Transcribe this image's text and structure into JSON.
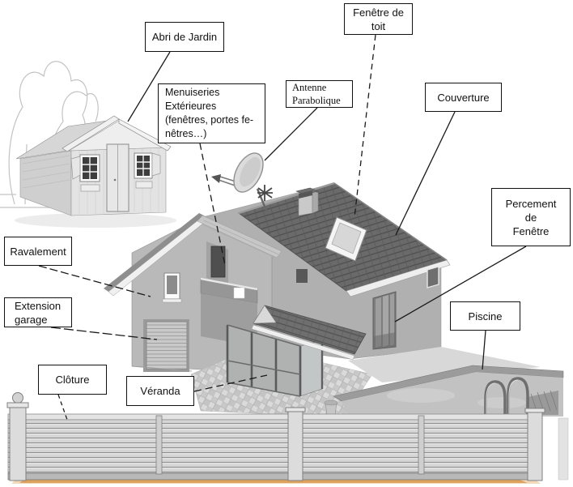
{
  "diagram": {
    "description": "Schéma maison - travaux extérieurs",
    "background_color": "#ffffff",
    "leader_line_color": "#1a1a1a",
    "ground_strip_color": "#dda35e",
    "roof_color": "#6a6a6a",
    "wall_color": "#b5b5b5",
    "labels": {
      "abri_de_jardin": {
        "text": "Abri de Jardin"
      },
      "menuiseries_exterieures": {
        "text": "Menuiseries\nExtérieures\n(fenêtres, portes fe-\nnêtres…)"
      },
      "antenne_parabolique": {
        "text": "Antenne\nParabolique"
      },
      "fenetre_de_toit": {
        "text": "Fenêtre de\ntoit"
      },
      "couverture": {
        "text": "Couverture"
      },
      "percement_de_fenetre": {
        "text": "Percement\nde\nFenêtre"
      },
      "piscine": {
        "text": "Piscine"
      },
      "ravalement": {
        "text": "Ravalement"
      },
      "extension_garage": {
        "text": "Extension\ngarage"
      },
      "cloture": {
        "text": "Clôture"
      },
      "veranda": {
        "text": "Véranda"
      }
    }
  }
}
